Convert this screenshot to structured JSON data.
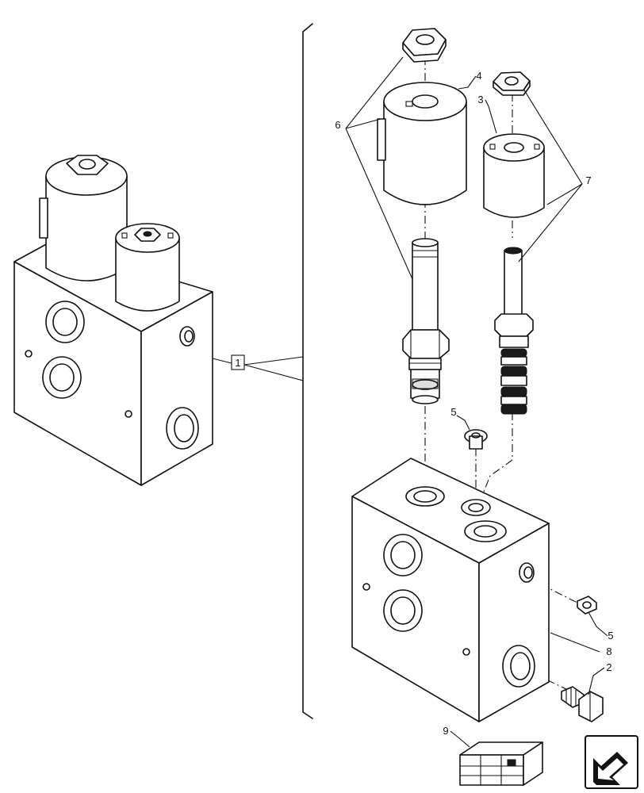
{
  "callouts": {
    "assembly": "1",
    "plug_hex": "2",
    "coil_small": "3",
    "coil_large": "4",
    "plug_top": "5",
    "plug_side": "5",
    "valve_large": "6",
    "valve_small": "7",
    "valve_body": "8",
    "kit": "9"
  },
  "icons": {
    "corner": "back-arrow-icon"
  }
}
